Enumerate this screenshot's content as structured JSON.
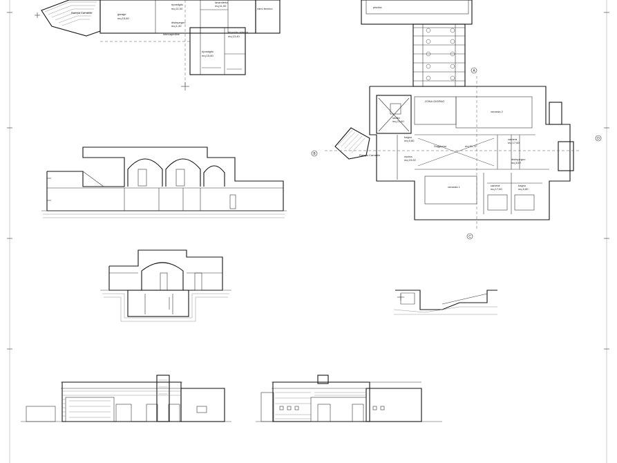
{
  "sheet": {
    "colors": {
      "ink": "#111111",
      "paper": "#ffffff",
      "thin_line": "#555555"
    }
  },
  "floor_plan_top": {
    "rooms": [
      {
        "id": "garage",
        "label": "garage",
        "area": "mq 15,60"
      },
      {
        "id": "ripostiglio-1",
        "label": "ripostiglio",
        "area": "mq 11,00"
      },
      {
        "id": "lavanderia",
        "label": "lavanderia",
        "area": "mq 11,00"
      },
      {
        "id": "ripostiglio-2",
        "label": "ripostiglio",
        "area": "mq 15,60"
      },
      {
        "id": "deposito",
        "label": "deposito attrezzi",
        "area": "mq 13,40"
      },
      {
        "id": "disimpegno",
        "label": "disimpegno",
        "area": "mq 1,40"
      }
    ],
    "labels": {
      "ramp": "Rampa Carrabile",
      "vano": "vano tecnico",
      "wall": "intercapedine"
    }
  },
  "floor_plan_main": {
    "title_lines": [
      "ZONA GIORNO"
    ],
    "rooms": [
      {
        "id": "soggiorno",
        "label": "Soggiorno",
        "area": "mq 51,71"
      },
      {
        "id": "cucina",
        "label": "cucina",
        "area": "mq 15,00"
      },
      {
        "id": "studio",
        "label": "studio",
        "area": "mq 21,60"
      },
      {
        "id": "bagno",
        "label": "bagno",
        "area": "mq 5,80"
      },
      {
        "id": "camera",
        "label": "camera",
        "area": "mq 17,60"
      },
      {
        "id": "disimpegno",
        "label": "disimpegno",
        "area": "mq 8,67"
      },
      {
        "id": "veranda-1",
        "label": "veranda 1",
        "area": ""
      },
      {
        "id": "veranda-2",
        "label": "veranda 2",
        "area": ""
      },
      {
        "id": "camera-2",
        "label": "camera",
        "area": "mq 17,60"
      },
      {
        "id": "bagno-2",
        "label": "bagno",
        "area": "mq 5,80"
      }
    ],
    "labels": {
      "ramp": "Rampa Carrabile",
      "pool": "piscina"
    },
    "section_markers": [
      "A",
      "B",
      "C",
      "D"
    ]
  },
  "section_marker_letters": {
    "a": "A",
    "b": "B",
    "c": "C",
    "d": "D"
  }
}
